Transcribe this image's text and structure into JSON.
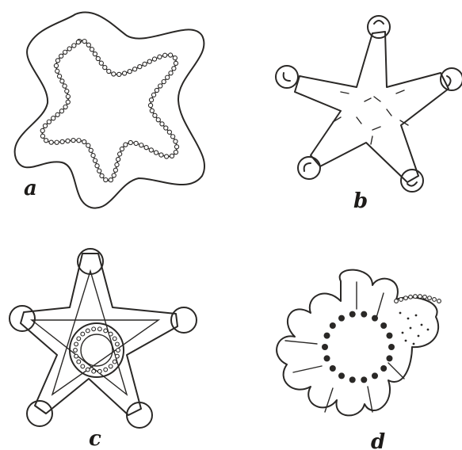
{
  "figures": [
    {
      "id": "a",
      "label": "a"
    },
    {
      "id": "b",
      "label": "b"
    },
    {
      "id": "c",
      "label": "c"
    },
    {
      "id": "d",
      "label": "d"
    }
  ],
  "colors": {
    "ink": "#2a2826",
    "paper": "#ffffff"
  }
}
